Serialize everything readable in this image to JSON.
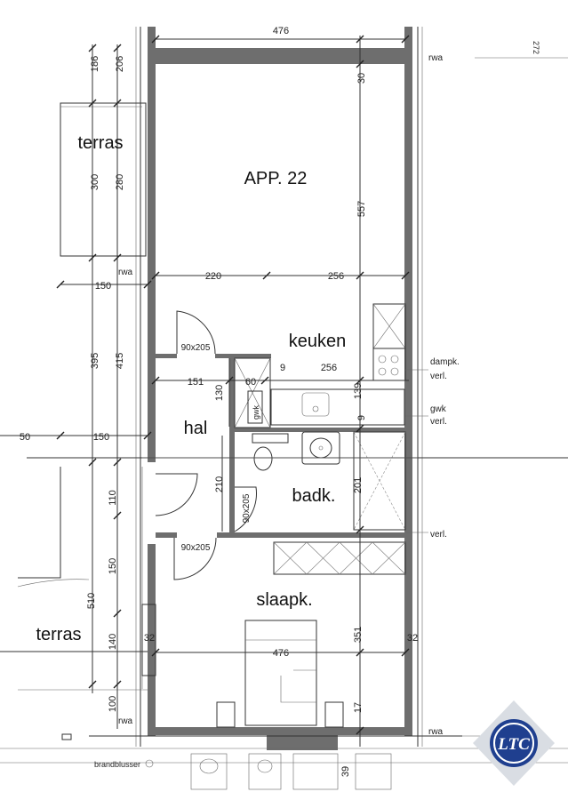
{
  "plan": {
    "title": "APP. 22",
    "rooms": {
      "terras_top": "terras",
      "terras_bottom": "terras",
      "keuken": "keuken",
      "hal": "hal",
      "badk": "badk.",
      "slaapk": "slaapk."
    },
    "doors": {
      "d1": "90x205",
      "d2": "90x205",
      "d3": "90x205"
    },
    "labels": {
      "rwa1": "rwa",
      "rwa2": "rwa",
      "rwa3": "rwa",
      "rwa4": "rwa",
      "dampk1": "dampk.",
      "dampk2": "verl.",
      "gwk1": "gwk",
      "gwk2": "verl.",
      "verl": "verl.",
      "gwk_box": "gwk",
      "brandblusser": "brandblusser"
    },
    "dims": {
      "top_width": "476",
      "d186": "186",
      "d206": "206",
      "d30": "30",
      "d300": "300",
      "d280": "280",
      "d557": "557",
      "d220": "220",
      "d256a": "256",
      "d150a": "150",
      "d395": "395",
      "d415": "415",
      "d151": "151",
      "d60": "60",
      "d9": "9",
      "d256b": "256",
      "d130": "130",
      "d139": "139",
      "d50": "50",
      "d150b": "150",
      "d210": "210",
      "d201": "201",
      "d110": "110",
      "d150c": "150",
      "d510": "510",
      "d140": "140",
      "d32a": "32",
      "d476b": "476",
      "d32b": "32",
      "d351": "351",
      "d100": "100",
      "d17": "17",
      "d39": "39",
      "d9b": "9",
      "edge": "272"
    },
    "logo": "LTC"
  }
}
